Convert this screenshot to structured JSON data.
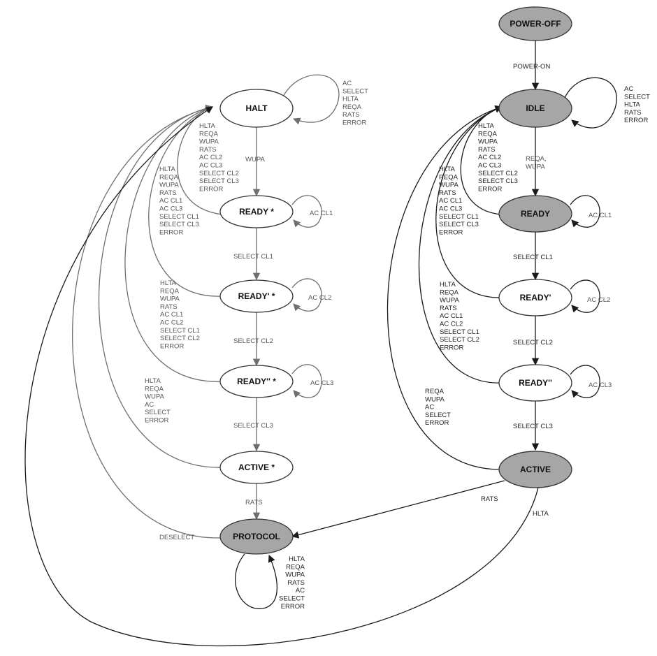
{
  "colors": {
    "shaded_fill": "#a6a6a6",
    "white_fill": "#ffffff",
    "dark_stroke": "#1a1a1a",
    "grey_stroke": "#6e6e6e"
  },
  "left": {
    "nodes": {
      "halt": "HALT",
      "ready": "READY *",
      "ready1": "READY' *",
      "ready2": "READY'' *",
      "active": "ACTIVE *",
      "protocol": "PROTOCOL"
    },
    "labels": {
      "halt_self": [
        "AC",
        "SELECT",
        "HLTA",
        "REQA",
        "RATS",
        "ERROR"
      ],
      "halt_to_ready": [
        "WUPA"
      ],
      "ready_back": [
        "HLTA",
        "REQA",
        "WUPA",
        "RATS",
        "AC CL2",
        "AC CL3",
        "SELECT CL2",
        "SELECT CL3",
        "ERROR"
      ],
      "ready_self": [
        "AC CL1"
      ],
      "ready_to_ready1": [
        "SELECT CL1"
      ],
      "ready1_back": [
        "HLTA",
        "REQA",
        "WUPA",
        "RATS",
        "AC CL1",
        "AC CL3",
        "SELECT CL1",
        "SELECT CL3",
        "ERROR"
      ],
      "ready1_self": [
        "AC CL2"
      ],
      "ready1_to_ready2": [
        "SELECT CL2"
      ],
      "ready2_back": [
        "HLTA",
        "REQA",
        "WUPA",
        "RATS",
        "AC CL1",
        "AC CL2",
        "SELECT CL1",
        "SELECT CL2",
        "ERROR"
      ],
      "ready2_self": [
        "AC CL3"
      ],
      "ready2_to_active": [
        "SELECT CL3"
      ],
      "active_back": [
        "HLTA",
        "REQA",
        "WUPA",
        "AC",
        "SELECT",
        "ERROR"
      ],
      "active_to_protocol": [
        "RATS"
      ],
      "protocol_back": [
        "DESELECT"
      ],
      "protocol_self": [
        "HLTA",
        "REQA",
        "WUPA",
        "RATS",
        "AC",
        "SELECT",
        "ERROR"
      ]
    }
  },
  "right": {
    "nodes": {
      "poweroff": "POWER-OFF",
      "idle": "IDLE",
      "ready": "READY",
      "ready1": "READY'",
      "ready2": "READY''",
      "active": "ACTIVE"
    },
    "labels": {
      "poweroff_to_idle": [
        "POWER-ON"
      ],
      "idle_self": [
        "AC",
        "SELECT",
        "HLTA",
        "RATS",
        "ERROR"
      ],
      "idle_to_ready": [
        "REQA,",
        "WUPA"
      ],
      "ready_back": [
        "HLTA",
        "REQA",
        "WUPA",
        "RATS",
        "AC CL2",
        "AC CL3",
        "SELECT CL2",
        "SELECT CL3",
        "ERROR"
      ],
      "ready_self": [
        "AC CL1"
      ],
      "ready_to_ready1": [
        "SELECT CL1"
      ],
      "ready1_back": [
        "HLTA",
        "REQA",
        "WUPA",
        "RATS",
        "AC CL1",
        "AC CL3",
        "SELECT CL1",
        "SELECT CL3",
        "ERROR"
      ],
      "ready1_self": [
        "AC CL2"
      ],
      "ready1_to_ready2": [
        "SELECT CL2"
      ],
      "ready2_back": [
        "HLTA",
        "REQA",
        "WUPA",
        "RATS",
        "AC CL1",
        "AC CL2",
        "SELECT CL1",
        "SELECT CL2",
        "ERROR"
      ],
      "ready2_self": [
        "AC CL3"
      ],
      "ready2_to_active": [
        "SELECT CL3"
      ],
      "active_back": [
        "REQA",
        "WUPA",
        "AC",
        "SELECT",
        "ERROR"
      ],
      "active_to_protocol": [
        "RATS"
      ],
      "active_to_halt": [
        "HLTA"
      ]
    }
  }
}
